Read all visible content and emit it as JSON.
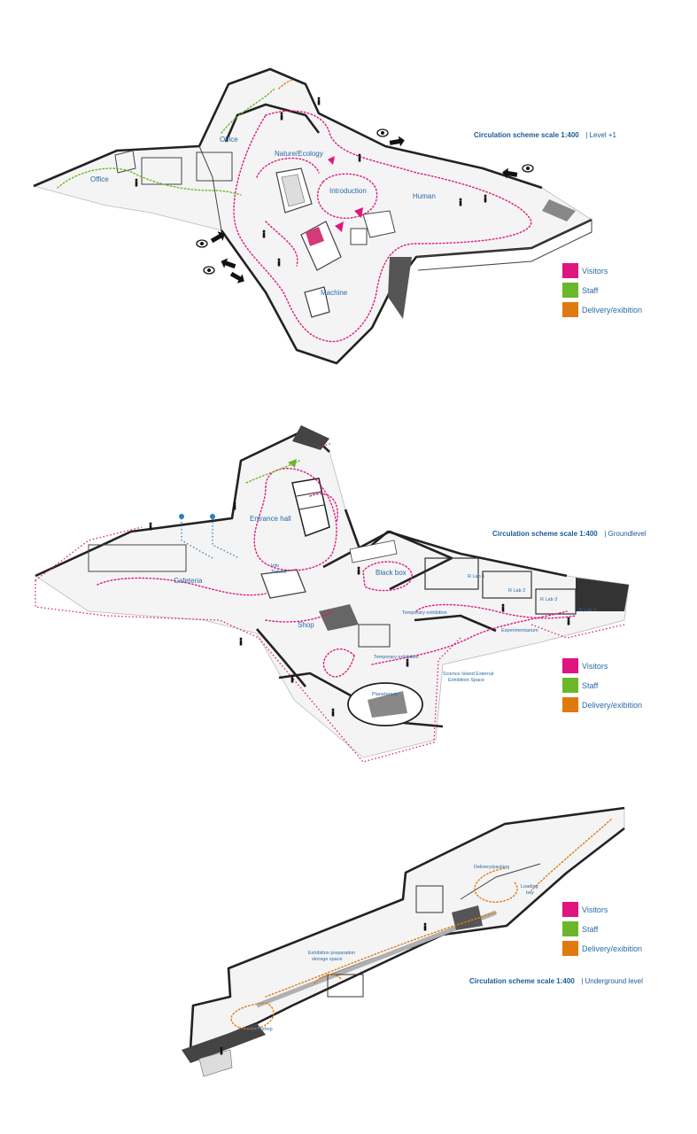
{
  "panels": [
    {
      "id": "level1",
      "title_bold": "Circulation scheme scale 1:400",
      "title_rest": "| Level +1",
      "rooms": [
        "Office",
        "Office",
        "Nature/Ecology",
        "Introduction",
        "Human",
        "Machine"
      ]
    },
    {
      "id": "ground",
      "title_bold": "Circulation scheme scale 1:400",
      "title_rest": "| Groundlevel",
      "rooms": [
        "Entrance hall",
        "Info",
        "Tickets",
        "Cafeteria",
        "Black box",
        "Shop",
        "Temporary exhibition",
        "Temporary exhibition",
        "Planetarium",
        "Science Island External",
        "Exhibition Space",
        "R Lab 1",
        "R Lab 2",
        "R Lab 3",
        "R Lab 4",
        "Experimentarium"
      ]
    },
    {
      "id": "underground",
      "title_bold": "Circulation scheme scale 1:400",
      "title_rest": "| Underground level",
      "rooms": [
        "Delivery/packing",
        "Loading",
        "bay",
        "Exhibition preparation",
        "storage space",
        "Workshop"
      ]
    }
  ],
  "legend": [
    {
      "label": "Visitors",
      "color": "#e0157f"
    },
    {
      "label": "Staff",
      "color": "#6cb62a"
    },
    {
      "label": "Delivery/exibition",
      "color": "#e07a10"
    }
  ],
  "icons": {
    "viewpoint": "eye-icon",
    "direction": "arrow-icon",
    "person": "person-icon"
  }
}
